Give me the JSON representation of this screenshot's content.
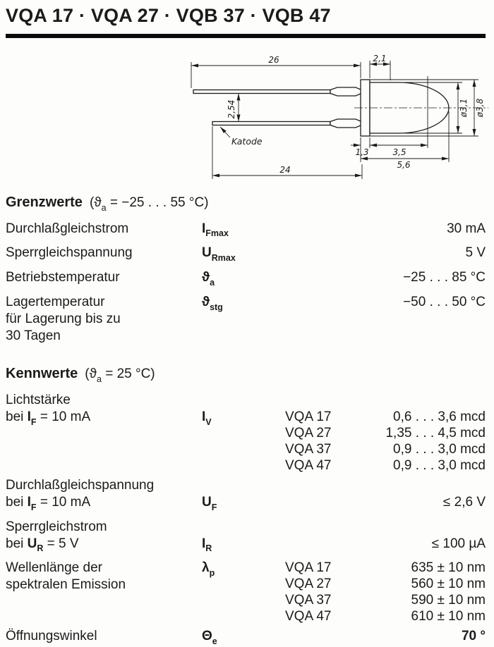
{
  "title": "VQA 17 · VQA 27 · VQB 37 · VQB 47",
  "drawing": {
    "dim_26": "26",
    "dim_2_1": "2,1",
    "dim_2_54": "2,54",
    "dim_d3_1": "ø3,1",
    "dim_d3_8": "ø3,8",
    "dim_1_3": "1,3",
    "dim_3_5": "3,5",
    "dim_5_6": "5,6",
    "dim_24": "24",
    "katode_label": "Katode"
  },
  "grenzwerte": {
    "heading": "Grenzwerte",
    "cond_open": "(ϑ",
    "cond_sub": "a",
    "cond_rest": " = −25 . . . 55 °C)",
    "rows": [
      {
        "label": "Durchlaßgleichstrom",
        "sym": "I",
        "sub": "Fmax",
        "value": "30 mA"
      },
      {
        "label": "Sperrgleichspannung",
        "sym": "U",
        "sub": "Rmax",
        "value": "5 V"
      },
      {
        "label": "Betriebstemperatur",
        "sym": "ϑ",
        "sub": "a",
        "value": "−25 . . . 85 °C"
      },
      {
        "label": "Lagertemperatur",
        "label2": "für Lagerung bis zu",
        "label3": "30 Tagen",
        "sym": "ϑ",
        "sub": "stg",
        "value": "−50 . . . 50 °C"
      }
    ]
  },
  "kennwerte": {
    "heading": "Kennwerte",
    "cond_open": "(ϑ",
    "cond_sub": "a",
    "cond_rest": " = 25 °C)",
    "lichtstaerke": {
      "label": "Lichtstärke",
      "cond_pre": "bei ",
      "cond_sym": "I",
      "cond_sub": "F",
      "cond_rest": " = 10 mA",
      "sym": "I",
      "sub": "V",
      "variants": [
        {
          "name": "VQA 17",
          "value": "0,6 . . . 3,6 mcd"
        },
        {
          "name": "VQA 27",
          "value": "1,35 . . . 4,5 mcd"
        },
        {
          "name": "VQA 37",
          "value": "0,9 . . . 3,0 mcd"
        },
        {
          "name": "VQA 47",
          "value": "0,9 . . . 3,0 mcd"
        }
      ]
    },
    "durchlassspannung": {
      "label": "Durchlaßgleichspannung",
      "cond_pre": "bei ",
      "cond_sym": "I",
      "cond_sub": "F",
      "cond_rest": " = 10 mA",
      "sym": "U",
      "sub": "F",
      "value": "≤ 2,6 V"
    },
    "sperrstrom": {
      "label": "Sperrgleichstrom",
      "cond_pre": "bei ",
      "cond_sym": "U",
      "cond_sub": "R",
      "cond_rest": " = 5 V",
      "sym": "I",
      "sub": "R",
      "value": "≤ 100 µA"
    },
    "wellenlaenge": {
      "label": "Wellenlänge der",
      "label2": "spektralen Emission",
      "sym": "λ",
      "sub": "p",
      "variants": [
        {
          "name": "VQA 17",
          "value": "635 ± 10 nm"
        },
        {
          "name": "VQA 27",
          "value": "560 ± 10 nm"
        },
        {
          "name": "VQA 37",
          "value": "590 ± 10 nm"
        },
        {
          "name": "VQA 47",
          "value": "610 ± 10 nm"
        }
      ]
    },
    "oeffnungswinkel": {
      "label": "Öffnungswinkel",
      "sym": "Θ",
      "sub": "e",
      "value": "70 °"
    }
  }
}
